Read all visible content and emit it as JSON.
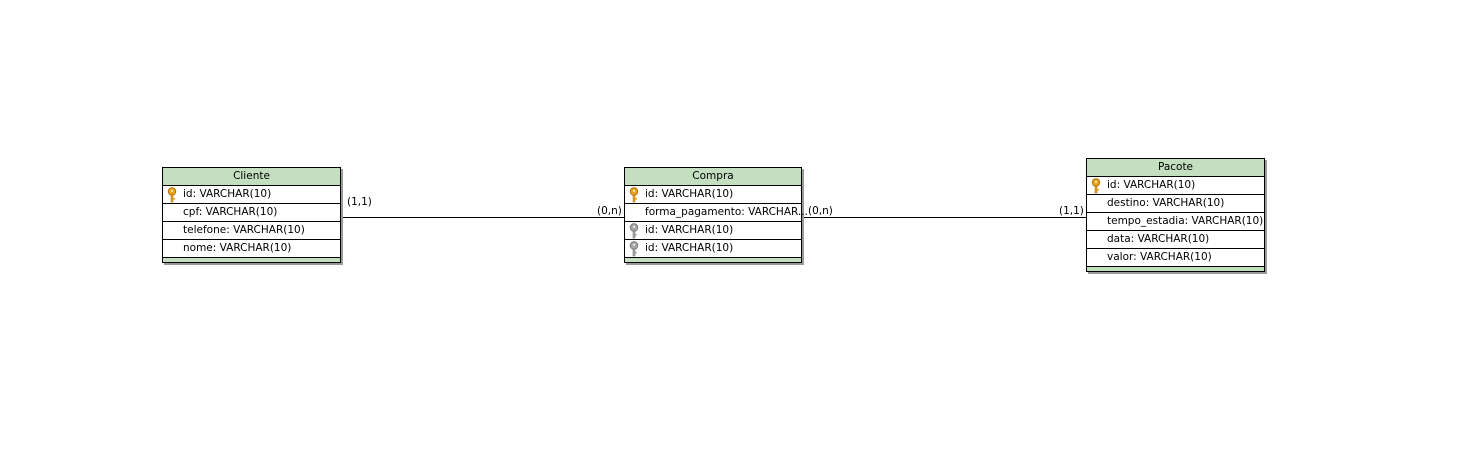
{
  "entities": {
    "cliente": {
      "title": "Cliente",
      "attributes": [
        {
          "text": "id: VARCHAR(10)",
          "key": "primary"
        },
        {
          "text": "cpf: VARCHAR(10)",
          "key": "none"
        },
        {
          "text": "telefone: VARCHAR(10)",
          "key": "none"
        },
        {
          "text": "nome: VARCHAR(10)",
          "key": "none"
        }
      ]
    },
    "compra": {
      "title": "Compra",
      "attributes": [
        {
          "text": "id: VARCHAR(10)",
          "key": "primary"
        },
        {
          "text": "forma_pagamento: VARCHAR...",
          "key": "none"
        },
        {
          "text": "id: VARCHAR(10)",
          "key": "foreign"
        },
        {
          "text": "id: VARCHAR(10)",
          "key": "foreign"
        }
      ]
    },
    "pacote": {
      "title": "Pacote",
      "attributes": [
        {
          "text": "id: VARCHAR(10)",
          "key": "primary"
        },
        {
          "text": "destino: VARCHAR(10)",
          "key": "none"
        },
        {
          "text": "tempo_estadia: VARCHAR(10)",
          "key": "none"
        },
        {
          "text": "data: VARCHAR(10)",
          "key": "none"
        },
        {
          "text": "valor: VARCHAR(10)",
          "key": "none"
        }
      ]
    }
  },
  "relationships": [
    {
      "from": "Cliente",
      "to": "Compra",
      "from_cardinality": "(1,1)",
      "to_cardinality": "(0,n)"
    },
    {
      "from": "Compra",
      "to": "Pacote",
      "from_cardinality": "(0,n)",
      "to_cardinality": "(1,1)"
    }
  ],
  "colors": {
    "header_fill": "#c3dfc0",
    "primary_key_icon": "#e8a21a",
    "foreign_key_icon": "#9a9a9a",
    "line": "#000000"
  },
  "icons": {
    "primary": "primary-key-icon",
    "foreign": "foreign-key-icon"
  }
}
